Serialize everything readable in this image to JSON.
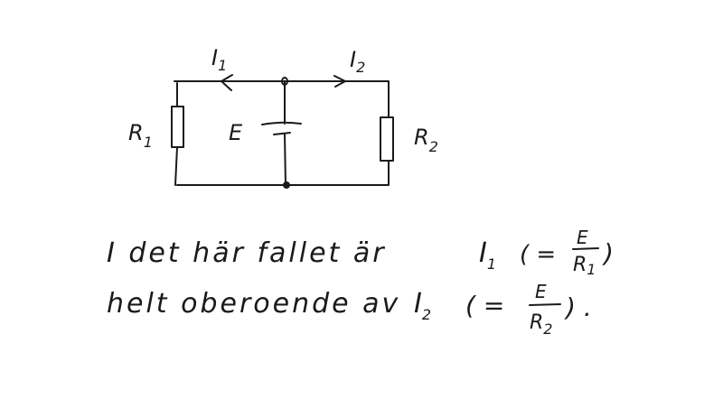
{
  "diagram": {
    "labels": {
      "i1": "I",
      "i1_sub": "1",
      "i2": "I",
      "i2_sub": "2",
      "r1": "R",
      "r1_sub": "1",
      "r2": "R",
      "r2_sub": "2",
      "e": "E"
    }
  },
  "note": {
    "line1_text": "I det här fallet är",
    "line1_current": "I",
    "line1_current_sub": "1",
    "line1_eq": "( =",
    "line1_num": "E",
    "line1_den": "R",
    "line1_den_sub": "1",
    "line1_close": ")",
    "line2_text": "helt oberoende av",
    "line2_current": "I",
    "line2_current_sub": "2",
    "line2_eq": "( =",
    "line2_num": "E",
    "line2_den": "R",
    "line2_den_sub": "2",
    "line2_close": ") ."
  }
}
